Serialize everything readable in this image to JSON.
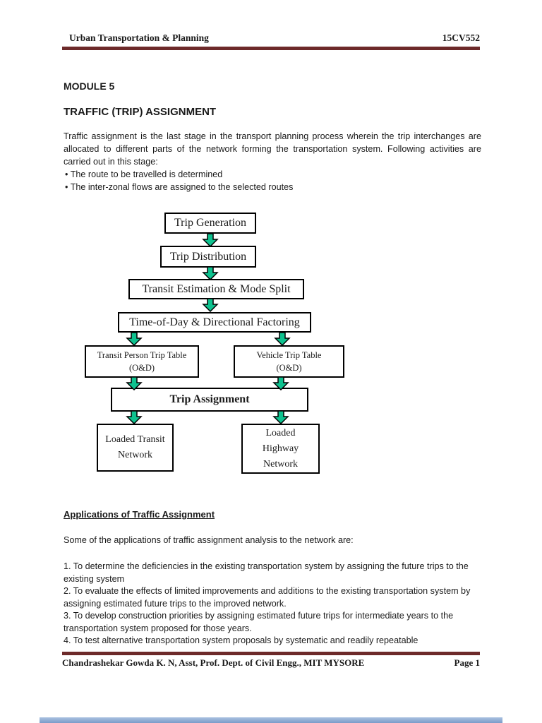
{
  "header": {
    "title": "Urban Transportation & Planning",
    "course_code": "15CV552"
  },
  "module_heading": "MODULE 5",
  "page_title": "TRAFFIC (TRIP) ASSIGNMENT",
  "intro": {
    "paragraph": "Traffic assignment is the last stage in the transport planning process wherein the trip interchanges are allocated to different parts of the network forming the transportation system. Following activities are carried out in this stage:",
    "bullets": [
      "The route to be travelled is determined",
      "The inter-zonal flows are assigned to the selected routes"
    ]
  },
  "flowchart": {
    "nodes": [
      {
        "id": "trip-generation",
        "lines": [
          "Trip Generation"
        ]
      },
      {
        "id": "trip-distribution",
        "lines": [
          "Trip Distribution"
        ]
      },
      {
        "id": "transit-estimation-mode-split",
        "lines": [
          "Transit Estimation & Mode Split"
        ]
      },
      {
        "id": "time-of-day-directional-factoring",
        "lines": [
          "Time-of-Day & Directional Factoring"
        ]
      },
      {
        "id": "transit-person-trip-table",
        "lines": [
          "Transit Person Trip Table",
          "(O&D)"
        ]
      },
      {
        "id": "vehicle-trip-table",
        "lines": [
          "Vehicle Trip Table",
          "(O&D)"
        ]
      },
      {
        "id": "trip-assignment",
        "lines": [
          "Trip Assignment"
        ]
      },
      {
        "id": "loaded-transit-network",
        "lines": [
          "Loaded Transit",
          "Network"
        ]
      },
      {
        "id": "loaded-highway-network",
        "lines": [
          "Loaded",
          "Highway",
          "Network"
        ]
      }
    ]
  },
  "applications": {
    "heading": "Applications of Traffic Assignment",
    "lead": "Some of the applications of traffic assignment analysis to the network are:",
    "items": [
      "1. To determine the deficiencies in the existing transportation system by assigning the future trips to the existing system",
      "2. To evaluate the effects of limited improvements and additions to the existing transportation system by assigning estimated future trips to the improved network.",
      "3. To develop construction priorities by assigning estimated future trips for intermediate years to the transportation system proposed for those years.",
      "4. To test alternative transportation system proposals by systematic and readily repeatable"
    ]
  },
  "footer": {
    "author": "Chandrashekar Gowda K. N, Asst, Prof. Dept. of Civil Engg., MIT MYSORE",
    "page_number": "Page 1"
  },
  "colors": {
    "rule": "#6d2a2a",
    "arrow_green": "#0ec28f"
  }
}
